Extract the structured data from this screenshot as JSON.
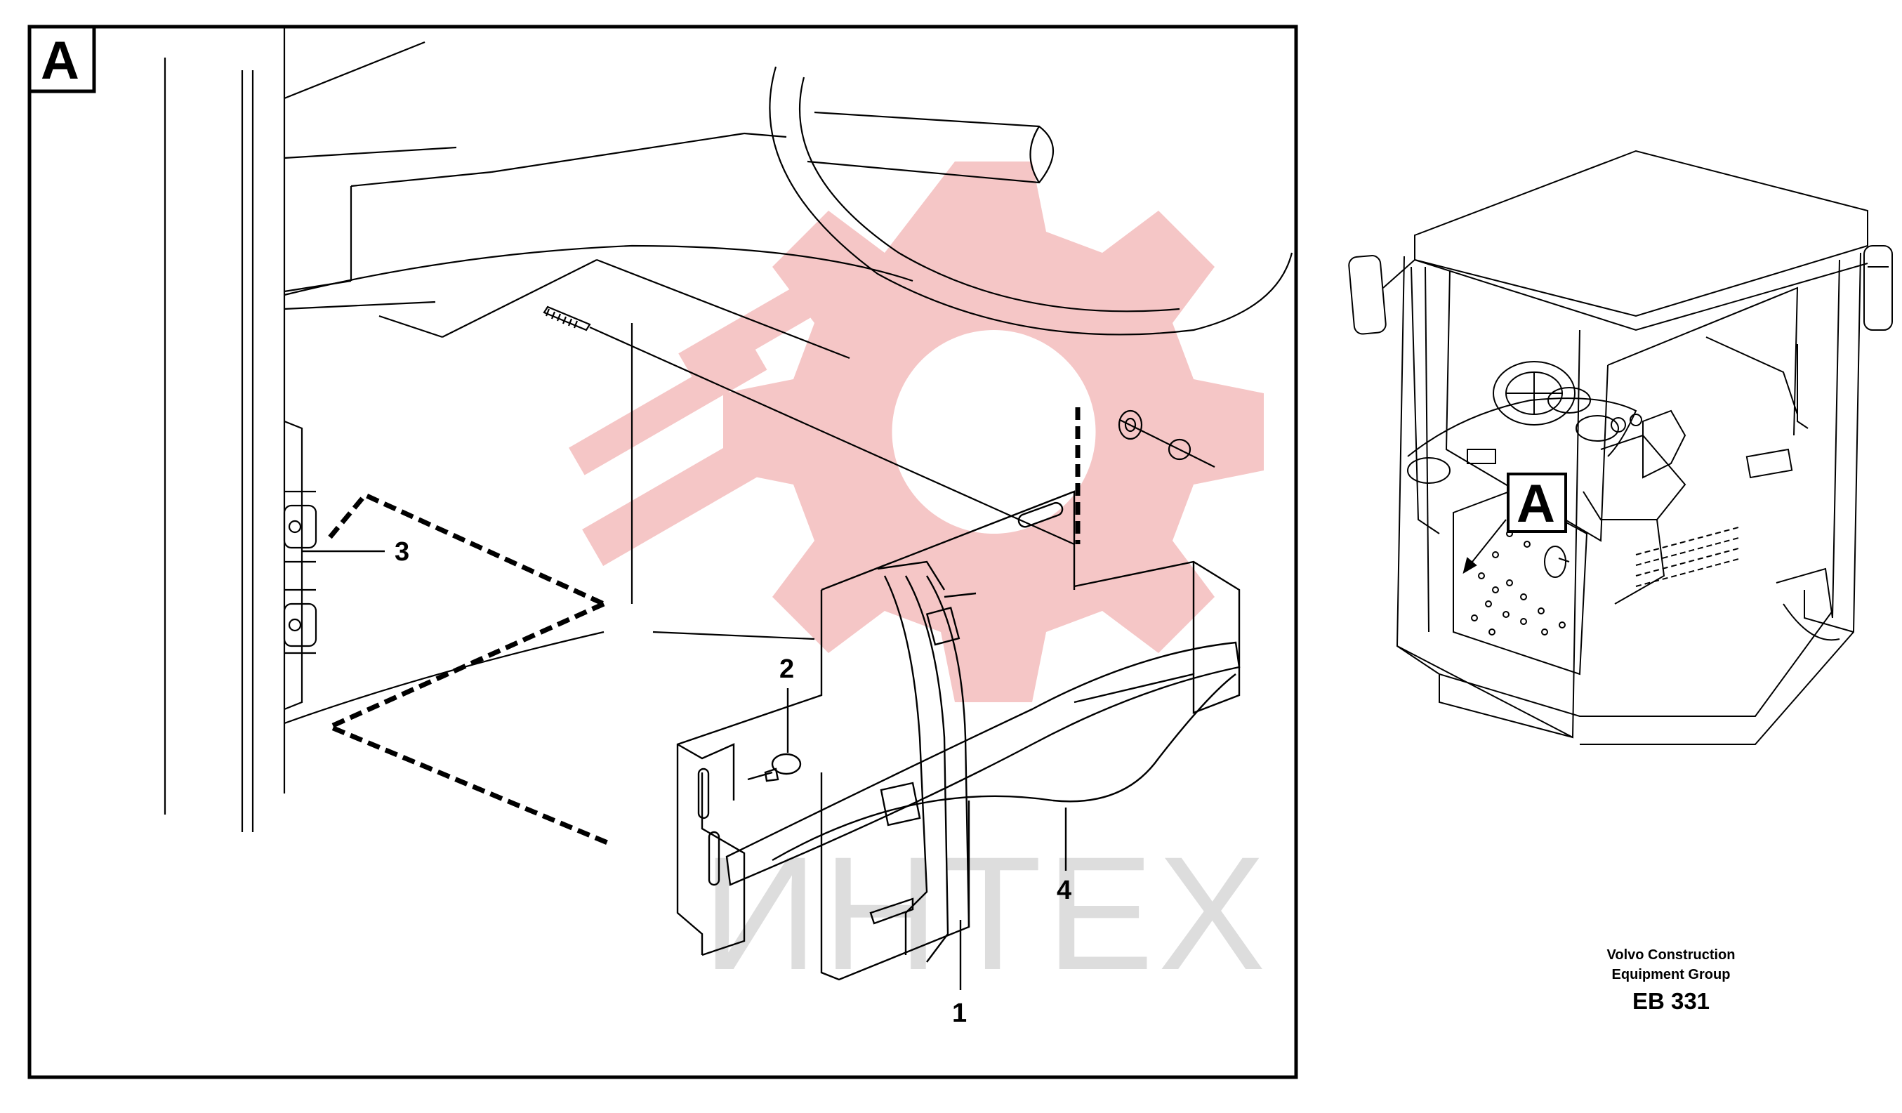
{
  "detail_view": {
    "label": "A"
  },
  "callouts": [
    {
      "id": "1",
      "label": "1"
    },
    {
      "id": "2",
      "label": "2"
    },
    {
      "id": "3",
      "label": "3"
    },
    {
      "id": "4",
      "label": "4"
    }
  ],
  "overview": {
    "view_marker": "A"
  },
  "publisher": {
    "line1": "Volvo Construction",
    "line2": "Equipment Group",
    "reference_code": "EB 331"
  },
  "watermark": {
    "text": "ИНТЕХ",
    "color": "#f5c6c6",
    "text_color": "#dddddd"
  }
}
